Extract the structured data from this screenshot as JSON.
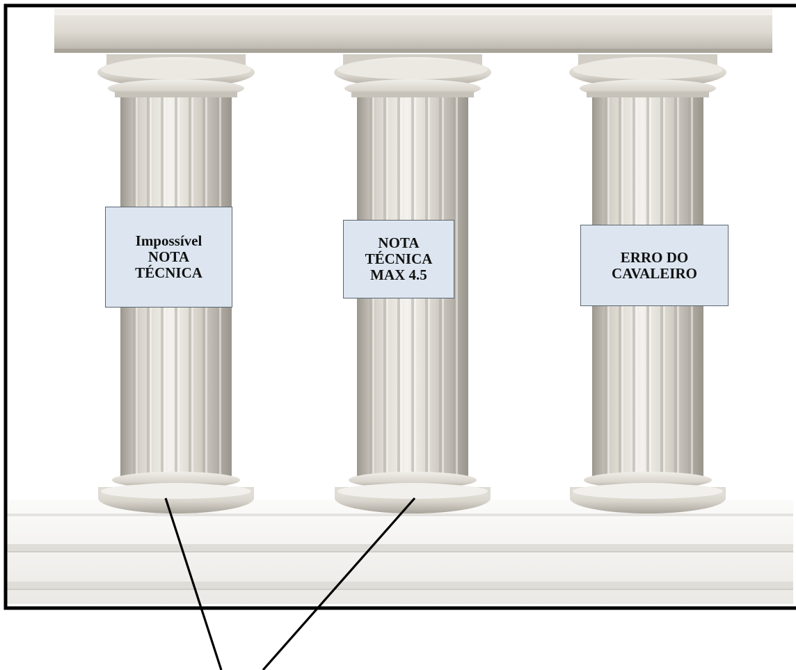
{
  "pillars": [
    {
      "name": "pillar-left",
      "lines": [
        "Impossível",
        "NOTA",
        "TÉCNICA"
      ]
    },
    {
      "name": "pillar-middle",
      "lines": [
        "NOTA",
        "TÉCNICA",
        "MAX 4.5"
      ]
    },
    {
      "name": "pillar-right",
      "lines": [
        "ERRO DO",
        "CAVALEIRO"
      ]
    }
  ],
  "colors": {
    "frame": "#000000",
    "label_fill": "#dde6f0",
    "label_border": "#5a6470",
    "marble_light": "#f2f0ec",
    "marble_shadow": "#b9b4ab"
  }
}
